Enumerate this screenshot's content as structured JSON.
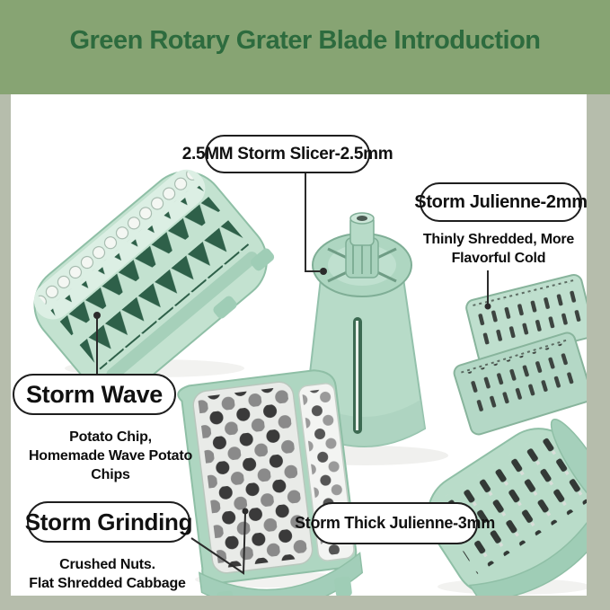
{
  "header": {
    "title": "Green Rotary Grater Blade Introduction"
  },
  "callouts": {
    "slicer": {
      "label": "2.5MM Storm Slicer-2.5mm"
    },
    "julienne": {
      "label": "Storm Julienne-2mm",
      "desc_line1": "Thinly Shredded, More",
      "desc_line2": "Flavorful Cold"
    },
    "wave": {
      "label": "Storm Wave",
      "desc_line1": "Potato Chip,",
      "desc_line2": "Homemade Wave Potato Chips"
    },
    "grinding": {
      "label": "Storm Grinding",
      "desc_line1": "Crushed Nuts.",
      "desc_line2": "Flat Shredded Cabbage"
    },
    "thick_julienne": {
      "label": "Storm Thick Julienne-3mm"
    }
  },
  "colors": {
    "header_bg": "#87a473",
    "header_text": "#2d6b3e",
    "frame": "#b6bdac",
    "content_bg": "#ffffff",
    "product_mint": "#b9dcc9",
    "product_dark_green": "#2e6049",
    "callout_border": "#1e1e1e"
  }
}
